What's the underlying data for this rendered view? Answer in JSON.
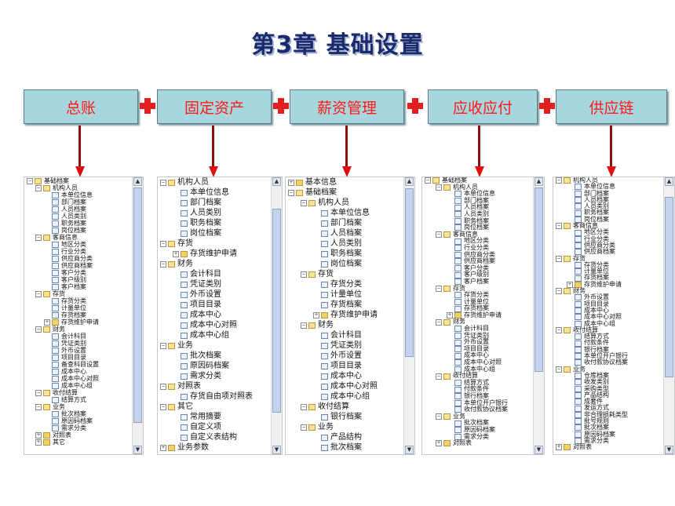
{
  "title": "第3章  基础设置",
  "modules": [
    {
      "label": "总账"
    },
    {
      "label": "固定资产"
    },
    {
      "label": "薪资管理"
    },
    {
      "label": "应收应付"
    },
    {
      "label": "供应链"
    }
  ],
  "icons": {
    "expand": "plus-box-icon",
    "collapse": "minus-box-icon",
    "folder": "folder-icon",
    "leaf": "document-icon"
  },
  "colors": {
    "module_bg": "#a8d6de",
    "module_text": "#ff1a1a",
    "title": "#1a2a6e",
    "connector": "#e02020"
  },
  "trees": [
    [
      {
        "l": 0,
        "t": "基础档案",
        "k": "fo",
        "e": "-"
      },
      {
        "l": 1,
        "t": "机构人员",
        "k": "fo",
        "e": "-"
      },
      {
        "l": 2,
        "t": "本单位信息",
        "k": "d"
      },
      {
        "l": 2,
        "t": "部门档案",
        "k": "d"
      },
      {
        "l": 2,
        "t": "人员档案",
        "k": "d"
      },
      {
        "l": 2,
        "t": "人员类别",
        "k": "d"
      },
      {
        "l": 2,
        "t": "职务档案",
        "k": "d"
      },
      {
        "l": 2,
        "t": "岗位档案",
        "k": "d"
      },
      {
        "l": 1,
        "t": "客商信息",
        "k": "fo",
        "e": "-"
      },
      {
        "l": 2,
        "t": "地区分类",
        "k": "d"
      },
      {
        "l": 2,
        "t": "行业分类",
        "k": "d"
      },
      {
        "l": 2,
        "t": "供应商分类",
        "k": "d"
      },
      {
        "l": 2,
        "t": "供应商档案",
        "k": "d"
      },
      {
        "l": 2,
        "t": "客户分类",
        "k": "d"
      },
      {
        "l": 2,
        "t": "客户级别",
        "k": "d"
      },
      {
        "l": 2,
        "t": "客户档案",
        "k": "d"
      },
      {
        "l": 1,
        "t": "存货",
        "k": "fo",
        "e": "-"
      },
      {
        "l": 2,
        "t": "存货分类",
        "k": "d"
      },
      {
        "l": 2,
        "t": "计量单位",
        "k": "d"
      },
      {
        "l": 2,
        "t": "存货档案",
        "k": "d"
      },
      {
        "l": 2,
        "t": "存货维护申请",
        "k": "f",
        "e": "+"
      },
      {
        "l": 1,
        "t": "财务",
        "k": "fo",
        "e": "-"
      },
      {
        "l": 2,
        "t": "会计科目",
        "k": "d"
      },
      {
        "l": 2,
        "t": "凭证类别",
        "k": "d"
      },
      {
        "l": 2,
        "t": "外币设置",
        "k": "d"
      },
      {
        "l": 2,
        "t": "项目目录",
        "k": "d"
      },
      {
        "l": 2,
        "t": "备查科目设置",
        "k": "d"
      },
      {
        "l": 2,
        "t": "成本中心",
        "k": "d"
      },
      {
        "l": 2,
        "t": "成本中心对照",
        "k": "d"
      },
      {
        "l": 2,
        "t": "成本中心组",
        "k": "d"
      },
      {
        "l": 1,
        "t": "收付结算",
        "k": "fo",
        "e": "-"
      },
      {
        "l": 2,
        "t": "结算方式",
        "k": "d"
      },
      {
        "l": 1,
        "t": "业务",
        "k": "fo",
        "e": "-"
      },
      {
        "l": 2,
        "t": "批次档案",
        "k": "d"
      },
      {
        "l": 2,
        "t": "原因码档案",
        "k": "d"
      },
      {
        "l": 2,
        "t": "需求分类",
        "k": "d"
      },
      {
        "l": 1,
        "t": "对照表",
        "k": "f",
        "e": "+"
      },
      {
        "l": 1,
        "t": "其它",
        "k": "f",
        "e": "+"
      }
    ],
    [
      {
        "l": 0,
        "t": "机构人员",
        "k": "fo",
        "e": "-"
      },
      {
        "l": 1,
        "t": "本单位信息",
        "k": "d"
      },
      {
        "l": 1,
        "t": "部门档案",
        "k": "d"
      },
      {
        "l": 1,
        "t": "人员类别",
        "k": "d"
      },
      {
        "l": 1,
        "t": "职务档案",
        "k": "d"
      },
      {
        "l": 1,
        "t": "岗位档案",
        "k": "d"
      },
      {
        "l": 0,
        "t": "存货",
        "k": "fo",
        "e": "-"
      },
      {
        "l": 1,
        "t": "存货维护申请",
        "k": "f",
        "e": "+"
      },
      {
        "l": 0,
        "t": "财务",
        "k": "fo",
        "e": "-"
      },
      {
        "l": 1,
        "t": "会计科目",
        "k": "d"
      },
      {
        "l": 1,
        "t": "凭证类别",
        "k": "d"
      },
      {
        "l": 1,
        "t": "外币设置",
        "k": "d"
      },
      {
        "l": 1,
        "t": "项目目录",
        "k": "d"
      },
      {
        "l": 1,
        "t": "成本中心",
        "k": "d"
      },
      {
        "l": 1,
        "t": "成本中心对照",
        "k": "d"
      },
      {
        "l": 1,
        "t": "成本中心组",
        "k": "d"
      },
      {
        "l": 0,
        "t": "业务",
        "k": "fo",
        "e": "-"
      },
      {
        "l": 1,
        "t": "批次档案",
        "k": "d"
      },
      {
        "l": 1,
        "t": "原因码档案",
        "k": "d"
      },
      {
        "l": 1,
        "t": "需求分类",
        "k": "d"
      },
      {
        "l": 0,
        "t": "对照表",
        "k": "fo",
        "e": "-"
      },
      {
        "l": 1,
        "t": "存货自由项对照表",
        "k": "d"
      },
      {
        "l": 0,
        "t": "其它",
        "k": "fo",
        "e": "-"
      },
      {
        "l": 1,
        "t": "常用摘要",
        "k": "d"
      },
      {
        "l": 1,
        "t": "自定义项",
        "k": "d"
      },
      {
        "l": 1,
        "t": "自定义表结构",
        "k": "d"
      },
      {
        "l": 0,
        "t": "业务参数",
        "k": "f",
        "e": "+"
      }
    ],
    [
      {
        "l": 0,
        "t": "基本信息",
        "k": "f",
        "e": "+"
      },
      {
        "l": 0,
        "t": "基础档案",
        "k": "fo",
        "e": "-"
      },
      {
        "l": 1,
        "t": "机构人员",
        "k": "fo",
        "e": "-"
      },
      {
        "l": 2,
        "t": "本单位信息",
        "k": "d"
      },
      {
        "l": 2,
        "t": "部门档案",
        "k": "d"
      },
      {
        "l": 2,
        "t": "人员档案",
        "k": "d"
      },
      {
        "l": 2,
        "t": "人员类别",
        "k": "d"
      },
      {
        "l": 2,
        "t": "职务档案",
        "k": "d"
      },
      {
        "l": 2,
        "t": "岗位档案",
        "k": "d"
      },
      {
        "l": 1,
        "t": "存货",
        "k": "fo",
        "e": "-"
      },
      {
        "l": 2,
        "t": "存货分类",
        "k": "d"
      },
      {
        "l": 2,
        "t": "计量单位",
        "k": "d"
      },
      {
        "l": 2,
        "t": "存货档案",
        "k": "d"
      },
      {
        "l": 2,
        "t": "存货维护申请",
        "k": "f",
        "e": "+"
      },
      {
        "l": 1,
        "t": "财务",
        "k": "fo",
        "e": "-"
      },
      {
        "l": 2,
        "t": "会计科目",
        "k": "d"
      },
      {
        "l": 2,
        "t": "凭证类别",
        "k": "d"
      },
      {
        "l": 2,
        "t": "外币设置",
        "k": "d"
      },
      {
        "l": 2,
        "t": "项目目录",
        "k": "d"
      },
      {
        "l": 2,
        "t": "成本中心",
        "k": "d"
      },
      {
        "l": 2,
        "t": "成本中心对照",
        "k": "d"
      },
      {
        "l": 2,
        "t": "成本中心组",
        "k": "d"
      },
      {
        "l": 1,
        "t": "收付结算",
        "k": "fo",
        "e": "-"
      },
      {
        "l": 2,
        "t": "银行档案",
        "k": "d"
      },
      {
        "l": 1,
        "t": "业务",
        "k": "fo",
        "e": "-"
      },
      {
        "l": 2,
        "t": "产品结构",
        "k": "d"
      },
      {
        "l": 2,
        "t": "批次档案",
        "k": "d"
      }
    ],
    [
      {
        "l": 0,
        "t": "基础档案",
        "k": "fo",
        "e": "-"
      },
      {
        "l": 1,
        "t": "机构人员",
        "k": "fo",
        "e": "-"
      },
      {
        "l": 2,
        "t": "本单位信息",
        "k": "d"
      },
      {
        "l": 2,
        "t": "部门档案",
        "k": "d"
      },
      {
        "l": 2,
        "t": "人员档案",
        "k": "d"
      },
      {
        "l": 2,
        "t": "人员类别",
        "k": "d"
      },
      {
        "l": 2,
        "t": "职务档案",
        "k": "d"
      },
      {
        "l": 2,
        "t": "岗位档案",
        "k": "d"
      },
      {
        "l": 1,
        "t": "客商信息",
        "k": "fo",
        "e": "-"
      },
      {
        "l": 2,
        "t": "地区分类",
        "k": "d"
      },
      {
        "l": 2,
        "t": "行业分类",
        "k": "d"
      },
      {
        "l": 2,
        "t": "供应商分类",
        "k": "d"
      },
      {
        "l": 2,
        "t": "供应商档案",
        "k": "d"
      },
      {
        "l": 2,
        "t": "客户分类",
        "k": "d"
      },
      {
        "l": 2,
        "t": "客户级别",
        "k": "d"
      },
      {
        "l": 2,
        "t": "客户档案",
        "k": "d"
      },
      {
        "l": 1,
        "t": "存货",
        "k": "fo",
        "e": "-"
      },
      {
        "l": 2,
        "t": "存货分类",
        "k": "d"
      },
      {
        "l": 2,
        "t": "计量单位",
        "k": "d"
      },
      {
        "l": 2,
        "t": "存货档案",
        "k": "d"
      },
      {
        "l": 2,
        "t": "存货维护申请",
        "k": "f",
        "e": "+"
      },
      {
        "l": 1,
        "t": "财务",
        "k": "fo",
        "e": "-"
      },
      {
        "l": 2,
        "t": "会计科目",
        "k": "d"
      },
      {
        "l": 2,
        "t": "凭证类别",
        "k": "d"
      },
      {
        "l": 2,
        "t": "外币设置",
        "k": "d"
      },
      {
        "l": 2,
        "t": "项目目录",
        "k": "d"
      },
      {
        "l": 2,
        "t": "成本中心",
        "k": "d"
      },
      {
        "l": 2,
        "t": "成本中心对照",
        "k": "d"
      },
      {
        "l": 2,
        "t": "成本中心组",
        "k": "d"
      },
      {
        "l": 1,
        "t": "收付结算",
        "k": "fo",
        "e": "-"
      },
      {
        "l": 2,
        "t": "结算方式",
        "k": "d"
      },
      {
        "l": 2,
        "t": "付款条件",
        "k": "d"
      },
      {
        "l": 2,
        "t": "银行档案",
        "k": "d"
      },
      {
        "l": 2,
        "t": "本单位开户银行",
        "k": "d"
      },
      {
        "l": 2,
        "t": "收付款协议档案",
        "k": "d"
      },
      {
        "l": 1,
        "t": "业务",
        "k": "fo",
        "e": "-"
      },
      {
        "l": 2,
        "t": "批次档案",
        "k": "d"
      },
      {
        "l": 2,
        "t": "原因码档案",
        "k": "d"
      },
      {
        "l": 2,
        "t": "需求分类",
        "k": "d"
      },
      {
        "l": 1,
        "t": "对照表",
        "k": "f",
        "e": "+"
      }
    ],
    [
      {
        "l": 0,
        "t": "机构人员",
        "k": "fo",
        "e": "-"
      },
      {
        "l": 1,
        "t": "本单位信息",
        "k": "d"
      },
      {
        "l": 1,
        "t": "部门档案",
        "k": "d"
      },
      {
        "l": 1,
        "t": "人员档案",
        "k": "d"
      },
      {
        "l": 1,
        "t": "人员类别",
        "k": "d"
      },
      {
        "l": 1,
        "t": "职务档案",
        "k": "d"
      },
      {
        "l": 1,
        "t": "岗位档案",
        "k": "d"
      },
      {
        "l": 0,
        "t": "客商信息",
        "k": "fo",
        "e": "-"
      },
      {
        "l": 1,
        "t": "地区分类",
        "k": "d"
      },
      {
        "l": 1,
        "t": "行业分类",
        "k": "d"
      },
      {
        "l": 1,
        "t": "供应商分类",
        "k": "d"
      },
      {
        "l": 1,
        "t": "供应商档案",
        "k": "d"
      },
      {
        "l": 0,
        "t": "存货",
        "k": "fo",
        "e": "-"
      },
      {
        "l": 1,
        "t": "存货分类",
        "k": "d"
      },
      {
        "l": 1,
        "t": "计量单位",
        "k": "d"
      },
      {
        "l": 1,
        "t": "存货档案",
        "k": "d"
      },
      {
        "l": 1,
        "t": "存货维护申请",
        "k": "f",
        "e": "+"
      },
      {
        "l": 0,
        "t": "财务",
        "k": "fo",
        "e": "-"
      },
      {
        "l": 1,
        "t": "外币设置",
        "k": "d"
      },
      {
        "l": 1,
        "t": "项目目录",
        "k": "d"
      },
      {
        "l": 1,
        "t": "成本中心",
        "k": "d"
      },
      {
        "l": 1,
        "t": "成本中心对照",
        "k": "d"
      },
      {
        "l": 1,
        "t": "成本中心组",
        "k": "d"
      },
      {
        "l": 0,
        "t": "收付结算",
        "k": "fo",
        "e": "-"
      },
      {
        "l": 1,
        "t": "结算方式",
        "k": "d"
      },
      {
        "l": 1,
        "t": "付款条件",
        "k": "d"
      },
      {
        "l": 1,
        "t": "银行档案",
        "k": "d"
      },
      {
        "l": 1,
        "t": "本单位开户银行",
        "k": "d"
      },
      {
        "l": 1,
        "t": "收付款协议档案",
        "k": "d"
      },
      {
        "l": 0,
        "t": "业务",
        "k": "fo",
        "e": "-"
      },
      {
        "l": 1,
        "t": "仓库档案",
        "k": "d"
      },
      {
        "l": 1,
        "t": "收发类别",
        "k": "d"
      },
      {
        "l": 1,
        "t": "采购类型",
        "k": "d"
      },
      {
        "l": 1,
        "t": "产品结构",
        "k": "d"
      },
      {
        "l": 1,
        "t": "成套件",
        "k": "d"
      },
      {
        "l": 1,
        "t": "发运方式",
        "k": "d"
      },
      {
        "l": 1,
        "t": "非合理损耗类型",
        "k": "d"
      },
      {
        "l": 1,
        "t": "批号规则",
        "k": "d"
      },
      {
        "l": 1,
        "t": "批次档案",
        "k": "d"
      },
      {
        "l": 1,
        "t": "原因码档案",
        "k": "d"
      },
      {
        "l": 1,
        "t": "需求分类",
        "k": "d"
      },
      {
        "l": 0,
        "t": "对照表",
        "k": "f",
        "e": "+"
      }
    ]
  ]
}
